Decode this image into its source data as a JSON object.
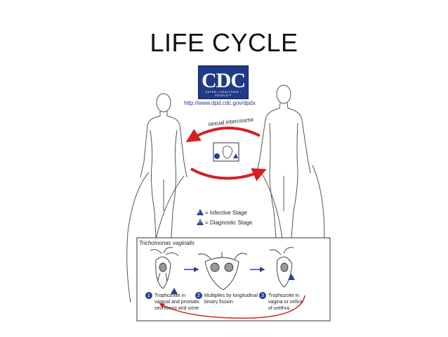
{
  "slide": {
    "title": "LIFE CYCLE"
  },
  "logo": {
    "text": "CDC",
    "tagline": "SAFER • HEALTHIER • PEOPLE™",
    "url": "http://www.dpd.cdc.gov/dpdx"
  },
  "cycle": {
    "arrow_label": "sexual intercourse"
  },
  "legend": {
    "infective_symbol": "i",
    "infective_label": "= Infective Stage",
    "diagnostic_symbol": "d",
    "diagnostic_label": "= Diagnostic Stage"
  },
  "panel": {
    "title": "Trichomonas vaginalis",
    "steps": [
      {
        "number": "1",
        "text_lines": [
          "Trophozoite in",
          "vaginal and prostatic",
          "secretions and urine"
        ]
      },
      {
        "number": "2",
        "text_lines": [
          "Multiplies by longitudinal",
          "binary fission"
        ]
      },
      {
        "number": "3",
        "text_lines": [
          "Trophozoite in",
          "vagina or orifice",
          "of urethra"
        ]
      }
    ]
  },
  "colors": {
    "logo_blue": "#20398a",
    "arrow_red": "#d42020",
    "outline": "#555555"
  },
  "icons": [
    "human-female-figure",
    "human-male-figure",
    "trophozoite-drawing",
    "infective-stage-icon",
    "diagnostic-stage-icon"
  ]
}
